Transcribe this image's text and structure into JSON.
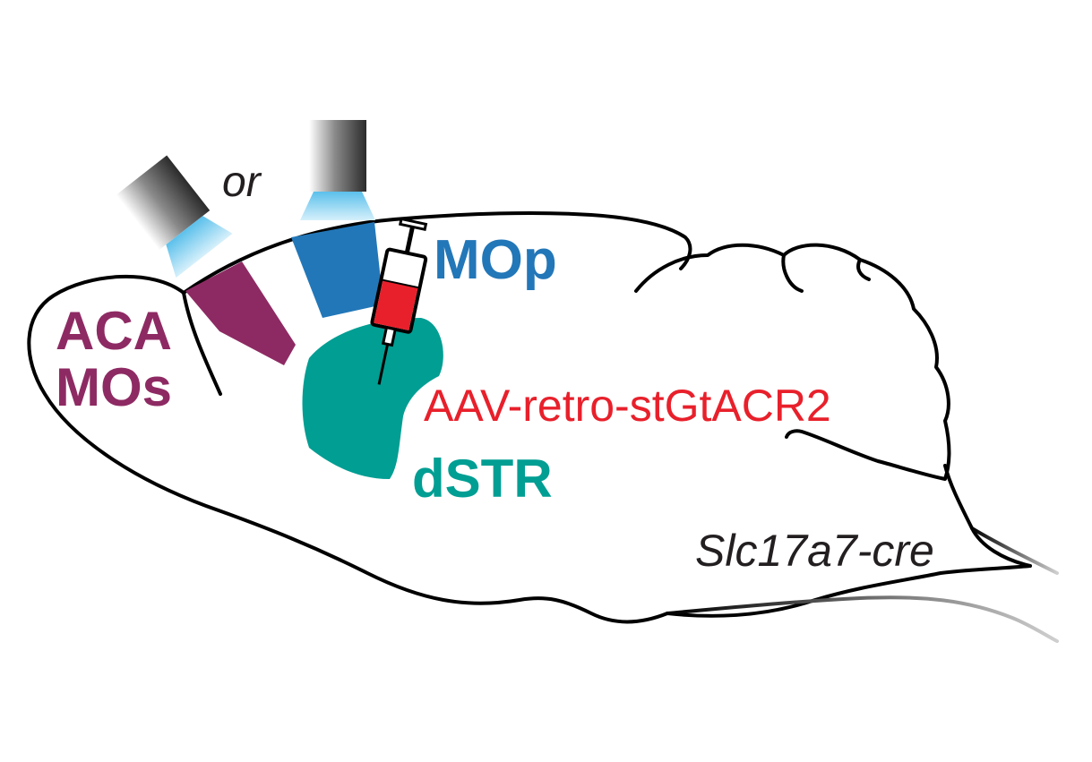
{
  "labels": {
    "or": "or",
    "mop": "MOp",
    "aca": "ACA",
    "mos": "MOs",
    "aav": "AAV-retro-stGtACR2",
    "dstr": "dSTR",
    "genotype": "Slc17a7-cre"
  },
  "colors": {
    "aca_mos": "#8e2a63",
    "mop": "#2277b8",
    "dstr": "#009e93",
    "aav": "#e8202b",
    "outline": "#000000",
    "text_dark": "#231f20",
    "light_glow": "#6ec6ea"
  },
  "icons": {
    "light_source": "optical-fiber-cannula",
    "injection": "syringe"
  }
}
